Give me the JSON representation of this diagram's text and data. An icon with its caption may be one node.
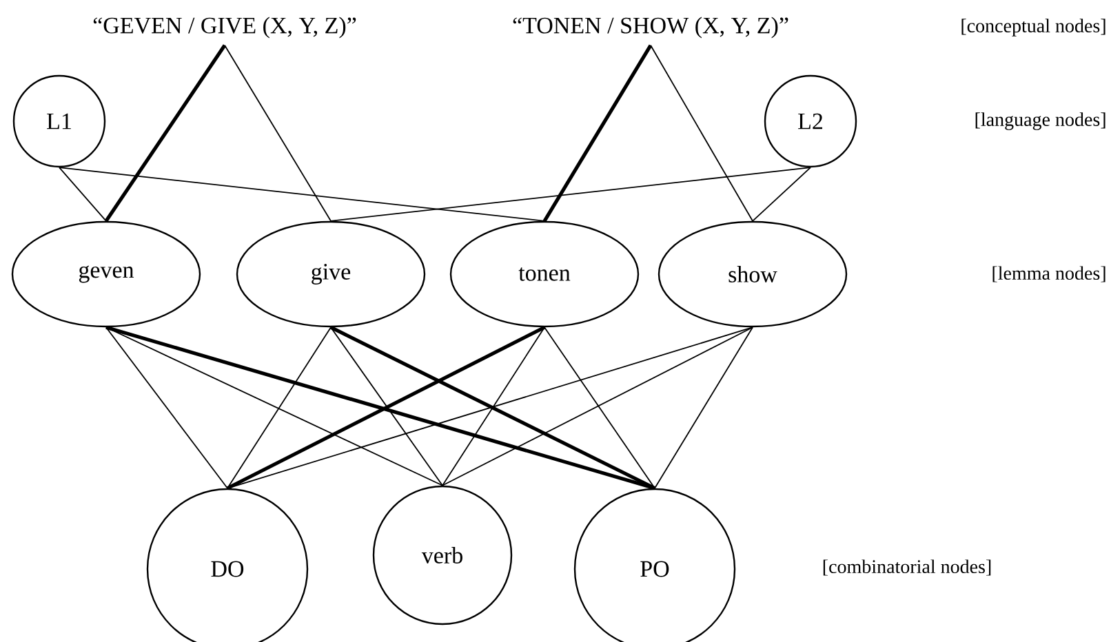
{
  "diagram": {
    "nodes": [
      {
        "text": [
          "“GEVEN / GIVE (X, Y, Z)”"
        ]
      },
      {
        "text": [
          "“TONEN / SHOW (X, Y, Z)”"
        ]
      },
      {
        "text": [
          "L1"
        ]
      },
      {
        "text": [
          "L2"
        ]
      },
      {
        "text": [
          "geven"
        ]
      },
      {
        "text": [
          "give"
        ]
      },
      {
        "text": [
          "tonen"
        ]
      },
      {
        "text": [
          "show"
        ]
      },
      {
        "text": [
          "DO"
        ]
      },
      {
        "text": [
          "verb"
        ]
      },
      {
        "text": [
          "PO"
        ]
      }
    ],
    "edges": [
      {
        "from": 0,
        "to": 4,
        "arrow": "none",
        "style": "thick"
      },
      {
        "from": 0,
        "to": 5,
        "arrow": "none"
      },
      {
        "from": 1,
        "to": 6,
        "arrow": "none",
        "style": "thick"
      },
      {
        "from": 1,
        "to": 7,
        "arrow": "none"
      },
      {
        "from": 2,
        "to": 4,
        "arrow": "none"
      },
      {
        "from": 2,
        "to": 6,
        "arrow": "none"
      },
      {
        "from": 3,
        "to": 5,
        "arrow": "none"
      },
      {
        "from": 3,
        "to": 7,
        "arrow": "none"
      },
      {
        "from": 4,
        "to": 8,
        "arrow": "none"
      },
      {
        "from": 4,
        "to": 9,
        "arrow": "none"
      },
      {
        "from": 4,
        "to": 10,
        "arrow": "none",
        "style": "thick"
      },
      {
        "from": 5,
        "to": 8,
        "arrow": "none"
      },
      {
        "from": 5,
        "to": 9,
        "arrow": "none"
      },
      {
        "from": 5,
        "to": 10,
        "arrow": "none",
        "style": "thick"
      },
      {
        "from": 6,
        "to": 8,
        "arrow": "none",
        "style": "thick"
      },
      {
        "from": 6,
        "to": 9,
        "arrow": "none"
      },
      {
        "from": 6,
        "to": 10,
        "arrow": "none"
      },
      {
        "from": 7,
        "to": 8,
        "arrow": "none"
      },
      {
        "from": 7,
        "to": 9,
        "arrow": "none"
      },
      {
        "from": 7,
        "to": 10,
        "arrow": "none"
      }
    ],
    "labels": [
      "[conceptual nodes]",
      "[language nodes]",
      "[lemma nodes]",
      "[combinatorial nodes]"
    ]
  }
}
